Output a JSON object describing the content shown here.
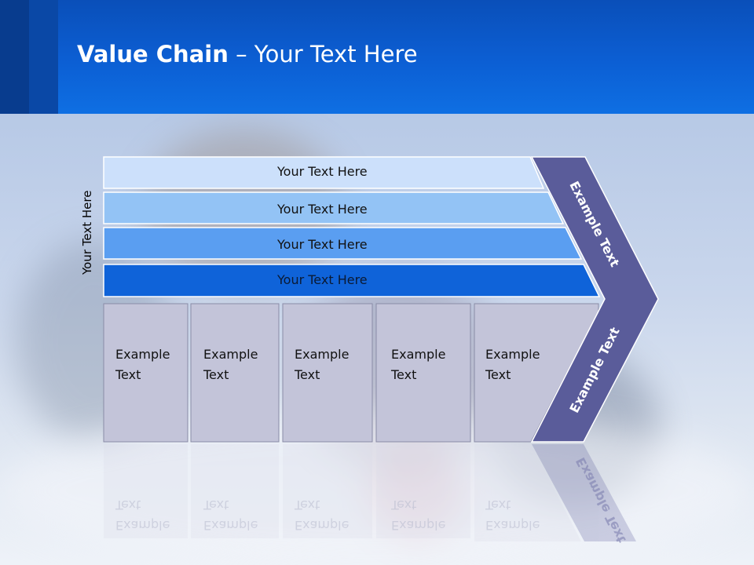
{
  "title": {
    "bold": "Value Chain",
    "rest": " – Your Text Here"
  },
  "side_label": "Your Text Here",
  "bands": [
    {
      "label": "Your Text Here",
      "color": "#cce0fb"
    },
    {
      "label": "Your Text Here",
      "color": "#93c3f5"
    },
    {
      "label": "Your Text Here",
      "color": "#5a9ef1"
    },
    {
      "label": "Your Text Here",
      "color": "#0f63d9"
    }
  ],
  "columns": [
    {
      "label": "Example\nText"
    },
    {
      "label": "Example\nText"
    },
    {
      "label": "Example\nText"
    },
    {
      "label": "Example\nText"
    },
    {
      "label": "Example\nText"
    }
  ],
  "chevron": {
    "top_label": "Example Text",
    "bottom_label": "Example Text",
    "color": "#5a5c9a"
  }
}
